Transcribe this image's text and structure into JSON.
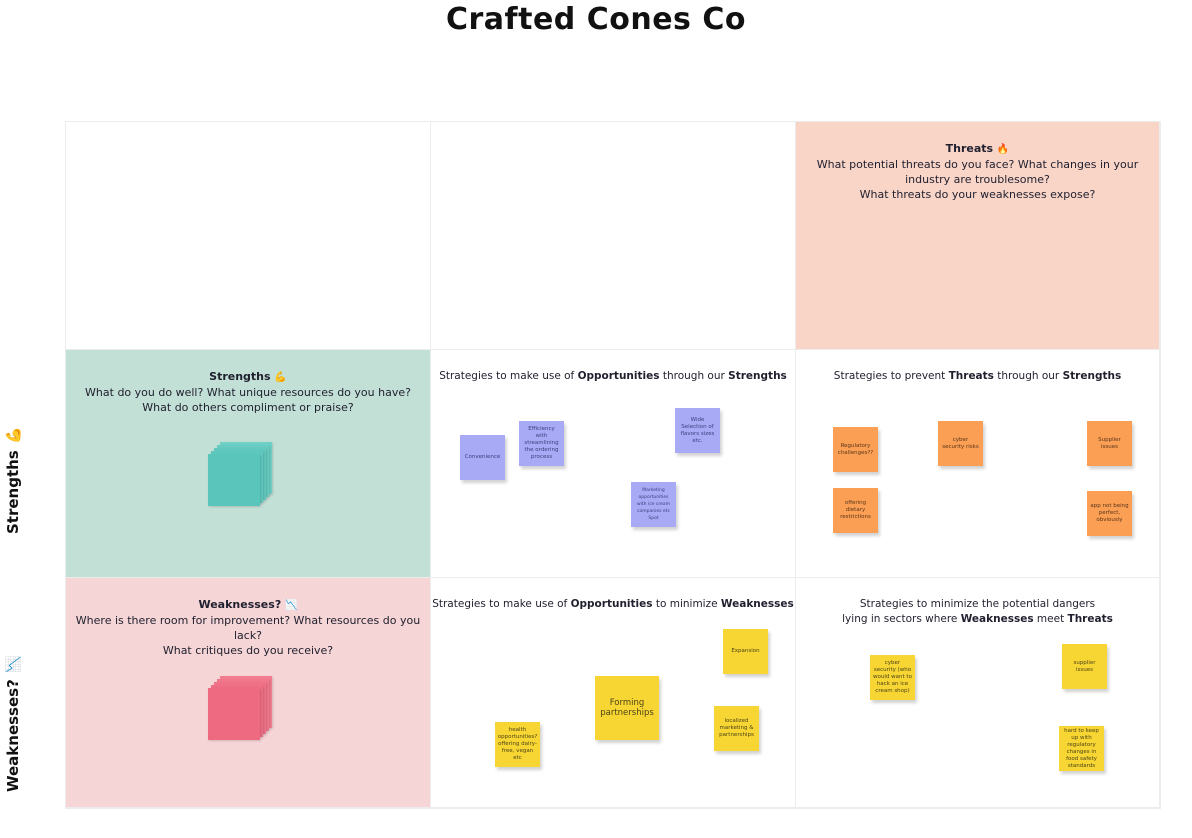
{
  "title": "Crafted Cones Co",
  "side_labels": {
    "strengths": "Strengths",
    "strengths_emoji": "💪",
    "weaknesses": "Weaknesses?",
    "weaknesses_emoji": "📉"
  },
  "threats": {
    "heading": "Threats",
    "emoji": "🔥",
    "line1": "What potential threats do you face? What changes in your industry are troublesome?",
    "line2": "What threats do your weaknesses expose?"
  },
  "strengths": {
    "heading": "Strengths",
    "emoji": "💪",
    "line1": "What do you do well? What unique resources do you have?",
    "line2": "What do others compliment or praise?"
  },
  "weaknesses": {
    "heading": "Weaknesses?",
    "emoji": "📉",
    "line1": "Where is there room for improvement? What resources do you lack?",
    "line2": "What critiques do you receive?"
  },
  "so": {
    "prefix": "Strategies to make use of ",
    "b1": "Opportunities",
    "mid": " through our ",
    "b2": "Strengths",
    "notes": [
      "Convenience",
      "Efficiency with streamlining the ordering process",
      "Wide Selection of flavors sizes etc.",
      "Marketing opportunities with ice cream companies etc Spot"
    ]
  },
  "st": {
    "prefix": "Strategies to prevent ",
    "b1": "Threats",
    "mid": " through our ",
    "b2": "Strengths",
    "notes": [
      "Regulatory challenges??",
      "cyber security risks",
      "Supplier issues",
      "offering dietary restrictions",
      "app not being perfect, obviously"
    ]
  },
  "wo": {
    "prefix": "Strategies to make use of ",
    "b1": "Opportunities",
    "mid": " to minimize ",
    "b2": "Weaknesses",
    "notes": [
      "Expansion",
      "Forming partnerships",
      "localized marketing & partnerships",
      "health opportunities? offering dairy-free, vegan etc"
    ]
  },
  "wt": {
    "line1": "Strategies to minimize the potential dangers",
    "prefix": "lying in sectors where ",
    "b1": "Weaknesses",
    "mid": " meet ",
    "b2": "Threats",
    "notes": [
      "cyber security (who would want to hack an ice cream shop)",
      "supplier issues",
      "hard to keep up with regulatory changes in food safety standards"
    ]
  },
  "colors": {
    "threats_bg": "#f9d5c8",
    "strengths_bg": "#c3e0d6",
    "weaknesses_bg": "#f5d5d6",
    "note_purple": "#a8aaf6",
    "note_orange": "#fb9f55",
    "note_yellow": "#f7d533",
    "teal_stack": "#5ec8be",
    "pink_stack": "#ef6e84"
  }
}
